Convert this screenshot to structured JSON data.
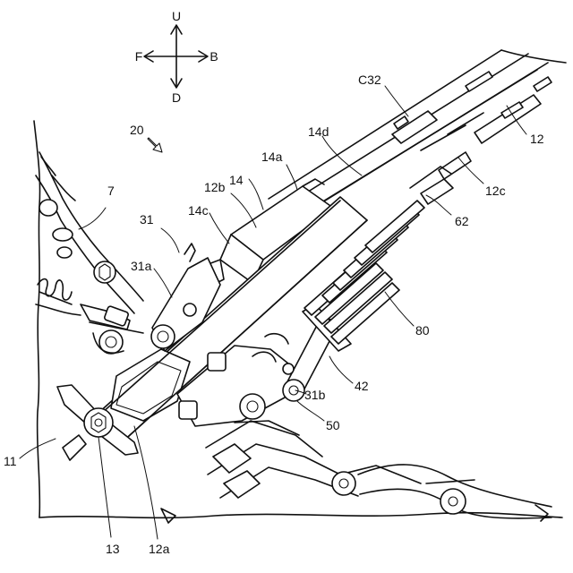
{
  "compass": {
    "up": "U",
    "down": "D",
    "front": "F",
    "back": "B"
  },
  "labels": {
    "l7": "7",
    "l11": "11",
    "l12": "12",
    "l12a": "12a",
    "l12b": "12b",
    "l12c": "12c",
    "l13": "13",
    "l14": "14",
    "l14a": "14a",
    "l14c": "14c",
    "l14d": "14d",
    "l20": "20",
    "l31": "31",
    "l31a": "31a",
    "l31b": "31b",
    "l42": "42",
    "l50": "50",
    "l62": "62",
    "l80": "80",
    "lC32": "C32"
  },
  "icons": {
    "compass": "compass-arrows-icon",
    "view_arrow": "view-direction-arrow-icon"
  }
}
